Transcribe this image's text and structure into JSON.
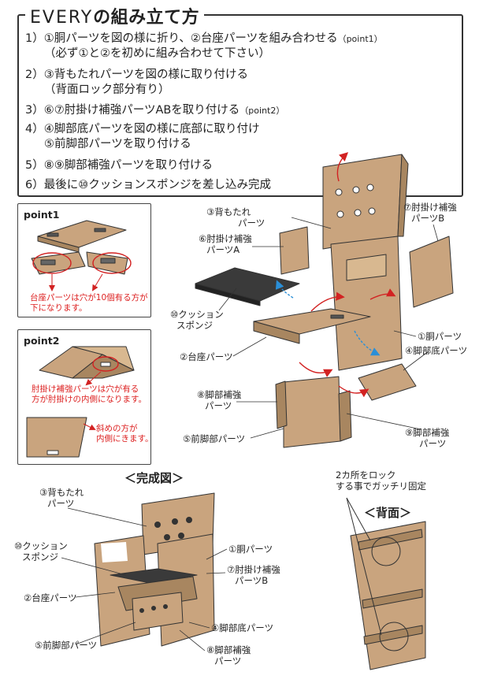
{
  "title": {
    "brand": "EVERY",
    "suffix": "の組み立て方"
  },
  "steps": [
    {
      "num": "1）",
      "line1": "①胴パーツを図の様に折り、②台座パーツを組み合わせる",
      "note": "（point1）",
      "line2": "（必ず①と②を初めに組み合わせて下さい）"
    },
    {
      "num": "2）",
      "line1": "③背もたれパーツを図の様に取り付ける",
      "note": "",
      "line2": "（背面ロック部分有り）"
    },
    {
      "num": "3）",
      "line1": "⑥⑦肘掛け補強パーツABを取り付ける",
      "note": "（point2）",
      "line2": ""
    },
    {
      "num": "4）",
      "line1": "④脚部底パーツを図の様に底部に取り付け",
      "note": "",
      "line2": "⑤前脚部パーツを取り付ける"
    },
    {
      "num": "5）",
      "line1": "⑧⑨脚部補強パーツを取り付ける",
      "note": "",
      "line2": ""
    },
    {
      "num": "6）",
      "line1": "最後に⑩クッションスポンジを差し込み完成",
      "note": "",
      "line2": ""
    }
  ],
  "point1": {
    "title": "point1",
    "note_line1": "台座パーツは穴が10個有る方が",
    "note_line2": "下になります。"
  },
  "point2": {
    "title": "point2",
    "note_line1": "肘掛け補強パーツは穴が有る",
    "note_line2": "方が肘掛けの内側になります。",
    "note2_line1": "斜めの方が",
    "note2_line2": "内側にきます。"
  },
  "exploded": {
    "backrest": [
      "③背もたれ",
      "パーツ"
    ],
    "armrest_b": [
      "⑦肘掛け補強",
      "パーツB"
    ],
    "armrest_a": [
      "⑥肘掛け補強",
      "パーツA"
    ],
    "cushion": [
      "⑩クッション",
      "スポンジ"
    ],
    "torso": "①胴パーツ",
    "seat": "②台座パーツ",
    "leg_base": "④脚部底パーツ",
    "leg_reinf_8": [
      "⑧脚部補強",
      "パーツ"
    ],
    "front_leg": "⑤前脚部パーツ",
    "leg_reinf_9": [
      "⑨脚部補強",
      "パーツ"
    ]
  },
  "completed": {
    "heading": "＜完成図＞",
    "backrest": [
      "③背もたれ",
      "パーツ"
    ],
    "cushion": [
      "⑩クッション",
      "スポンジ"
    ],
    "torso": "①胴パーツ",
    "armrest_b": [
      "⑦肘掛け補強",
      "パーツB"
    ],
    "seat": "②台座パーツ",
    "leg_base": "④脚部底パーツ",
    "front_leg": "⑤前脚部パーツ",
    "leg_reinf_8": [
      "⑧脚部補強",
      "パーツ"
    ]
  },
  "back_view": {
    "note_line1": "2カ所をロック",
    "note_line2": "する事でガッチリ固定",
    "heading": "＜背面＞"
  },
  "colors": {
    "cardboard": "#c9a47e",
    "cardboard_dark": "#a88660",
    "cushion": "#3a3a3a",
    "accent_red": "#d22222",
    "accent_blue": "#2a8fd8"
  }
}
